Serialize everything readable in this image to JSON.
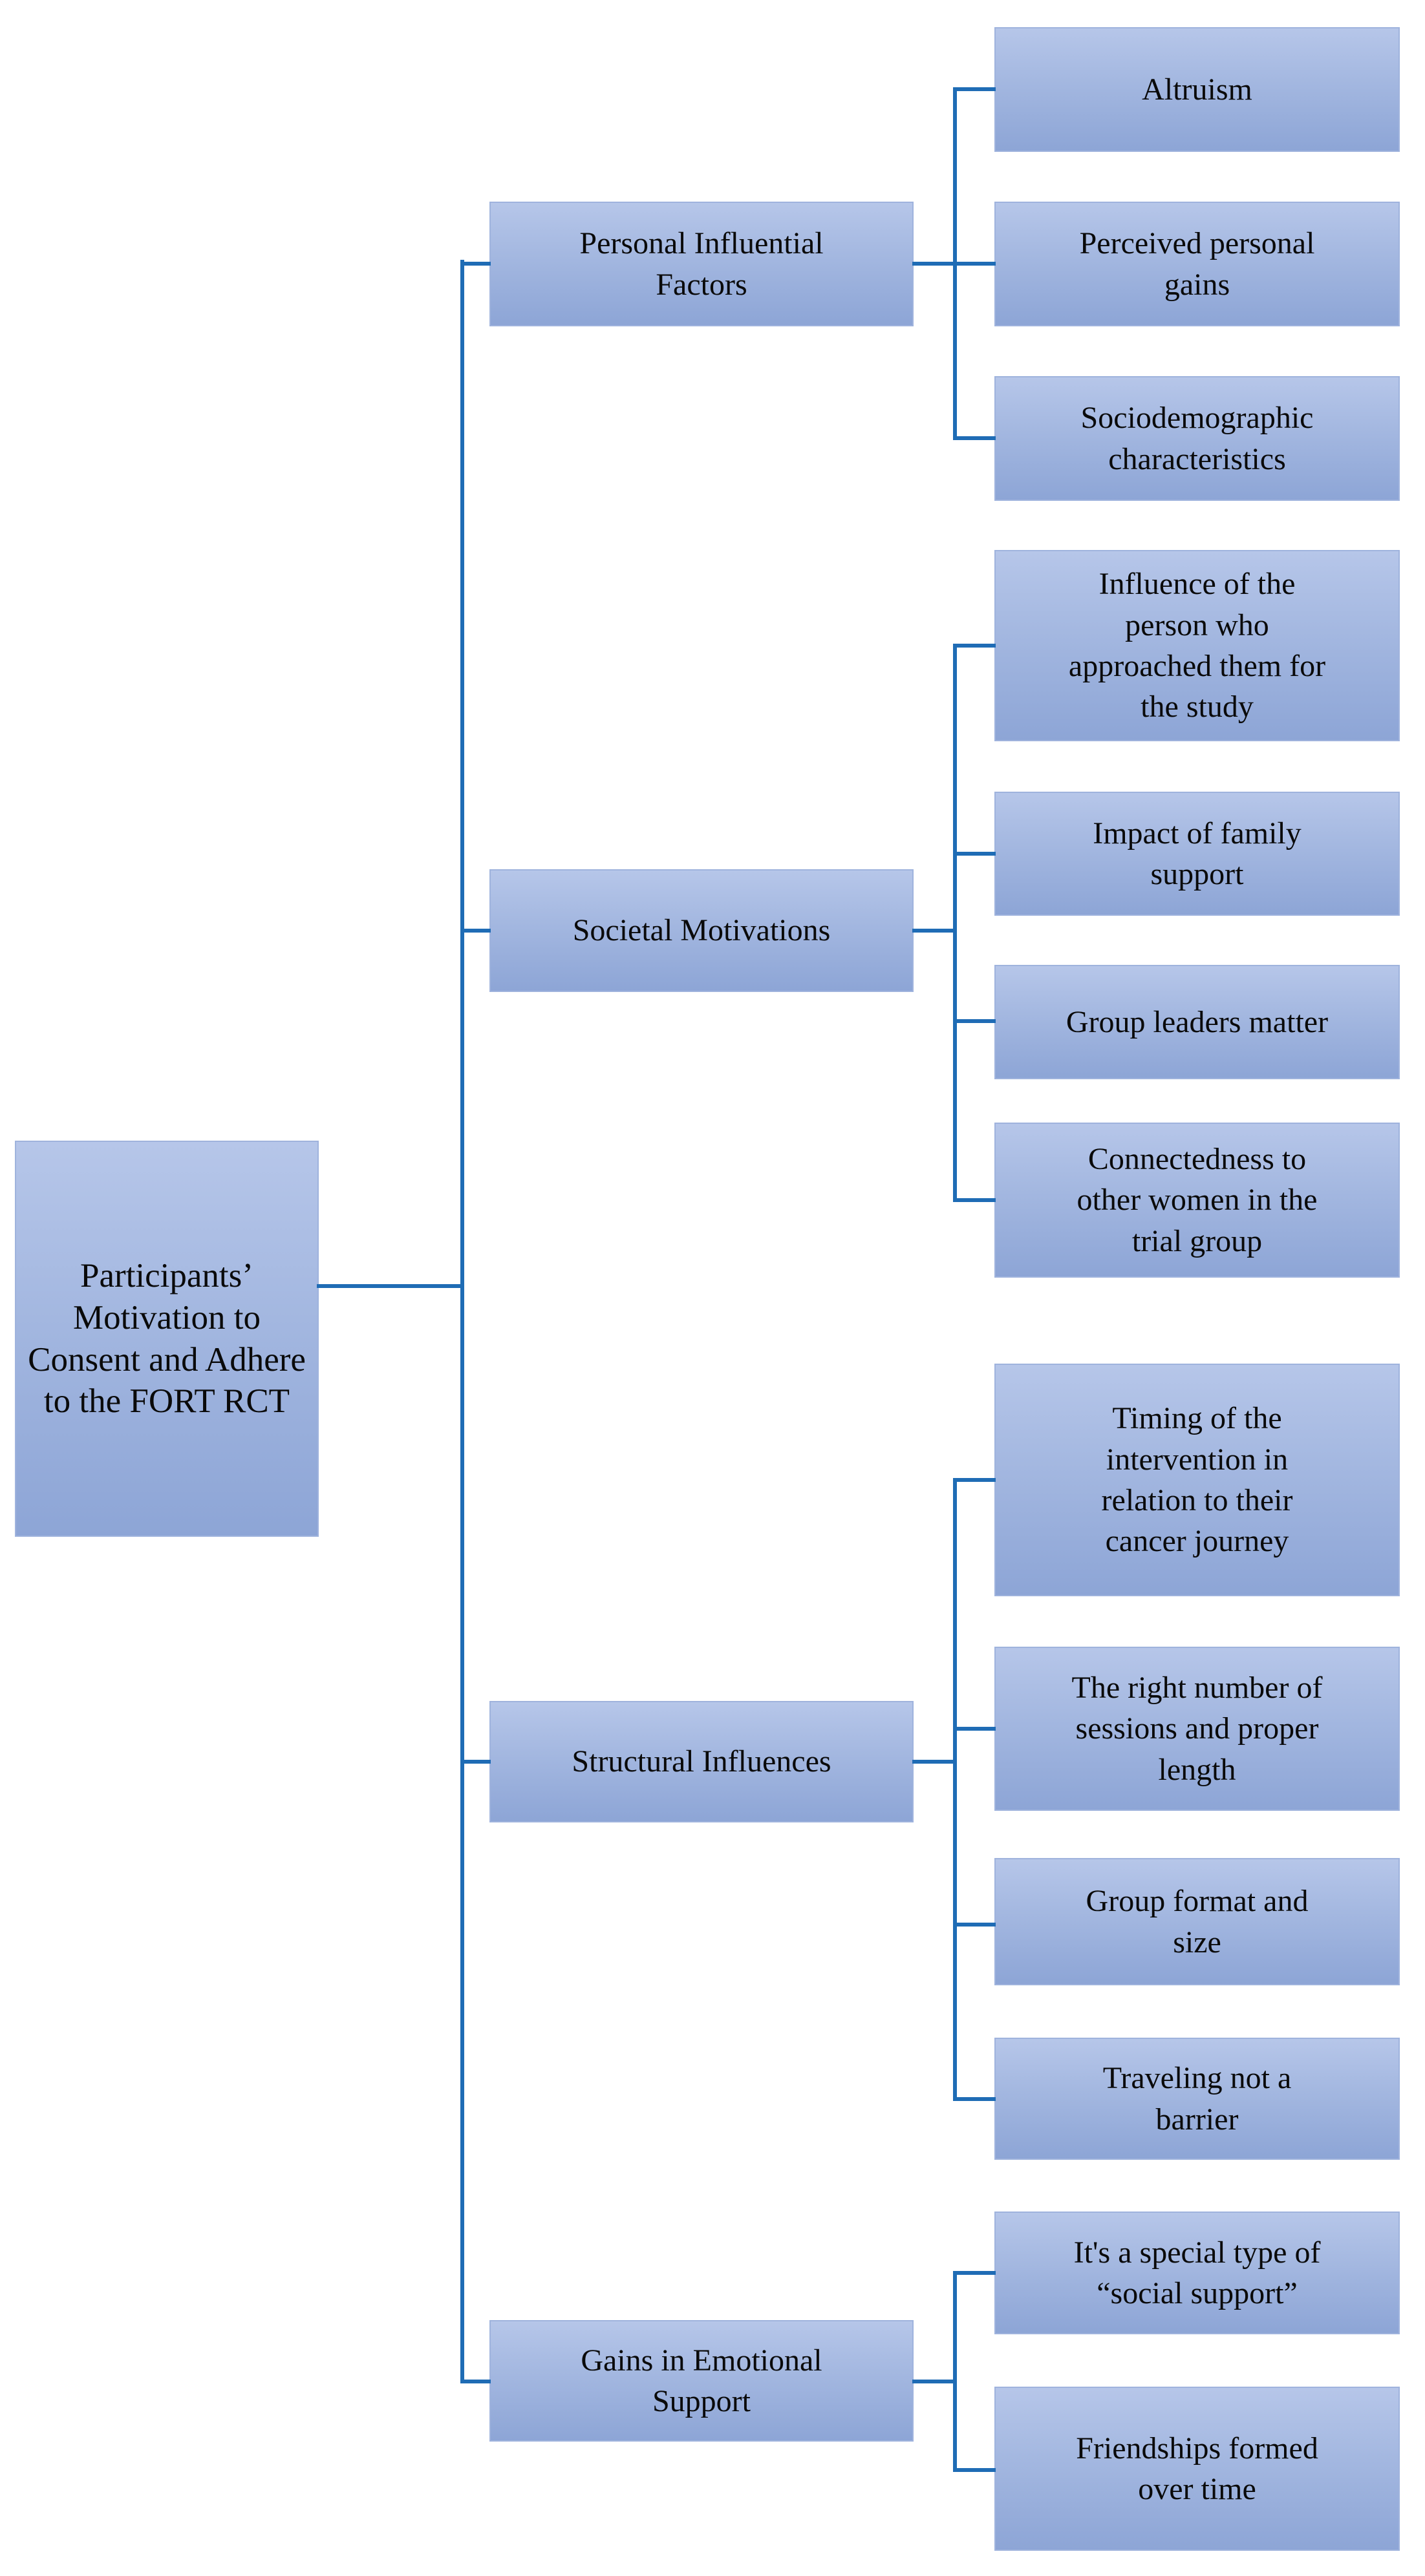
{
  "diagram": {
    "title": "Participants' motivation tree diagram",
    "colors": {
      "connector": "#1f6cb5",
      "node_fill_top": "#b6c6e9",
      "node_fill_bottom": "#8da5d6",
      "node_border": "#9fb3dd",
      "text": "#0a0a0a",
      "background": "#ffffff"
    },
    "root": {
      "label": "Participants’\nMotivation to\nConsent and Adhere\nto the FORT RCT"
    },
    "branches": [
      {
        "label": "Personal Influential\nFactors",
        "children": [
          {
            "label": "Altruism"
          },
          {
            "label": "Perceived personal\ngains"
          },
          {
            "label": "Sociodemographic\ncharacteristics"
          }
        ]
      },
      {
        "label": "Societal Motivations",
        "children": [
          {
            "label": "Influence of the\nperson who\napproached them for\nthe study"
          },
          {
            "label": "Impact of family\nsupport"
          },
          {
            "label": "Group leaders matter"
          },
          {
            "label": "Connectedness to\nother women in the\ntrial group"
          }
        ]
      },
      {
        "label": "Structural Influences",
        "children": [
          {
            "label": "Timing of the\nintervention in\nrelation to their\ncancer journey"
          },
          {
            "label": "The right number of\nsessions and proper\nlength"
          },
          {
            "label": "Group format and\nsize"
          },
          {
            "label": "Traveling not a\nbarrier"
          }
        ]
      },
      {
        "label": "Gains in Emotional\nSupport",
        "children": [
          {
            "label": "It's a special type of\n“social support”"
          },
          {
            "label": "Friendships formed\nover time"
          }
        ]
      }
    ]
  }
}
